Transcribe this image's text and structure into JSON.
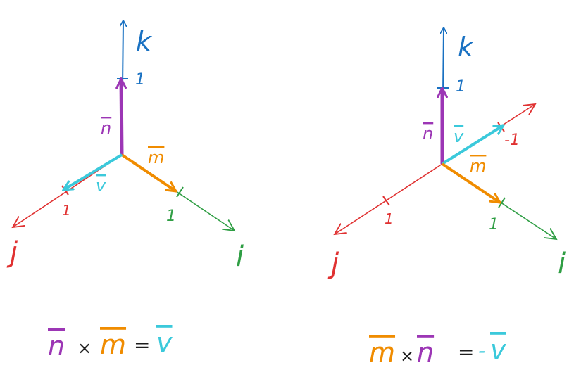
{
  "colors": {
    "k": "#1971c2",
    "i": "#2f9e44",
    "j": "#e03131",
    "n": "#9c36b5",
    "m": "#f08c00",
    "v": "#3bc9db",
    "op": "#1e1e1e"
  },
  "left": {
    "axis_k_label": "k",
    "axis_i_label": "i",
    "axis_j_label": "j",
    "tick_k": "1",
    "tick_i": "1",
    "tick_j": "1",
    "vec_n": "n",
    "vec_m": "m",
    "vec_v": "v"
  },
  "right": {
    "axis_k_label": "k",
    "axis_i_label": "i",
    "axis_j_label": "j",
    "tick_k": "1",
    "tick_i": "1",
    "tick_j": "1",
    "tick_neg_j": "-1",
    "vec_n": "n",
    "vec_m": "m",
    "vec_v": "v"
  },
  "equations": [
    {
      "a": "n",
      "op": "×",
      "b": "m",
      "eq": "=",
      "sign": "",
      "r": "v"
    },
    {
      "a": "m",
      "op": "×",
      "b": "n",
      "eq": "=",
      "sign": "-",
      "r": "v"
    }
  ]
}
